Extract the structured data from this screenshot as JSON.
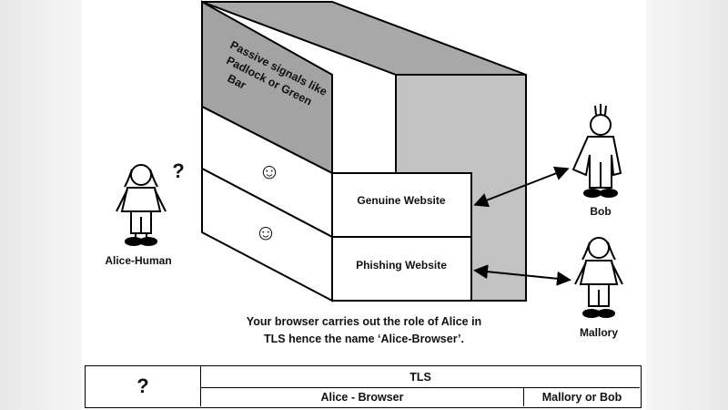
{
  "box": {
    "top_label": [
      "Passive signals like",
      "Padlock or Green",
      "Bar"
    ],
    "smiley_upper": "☺",
    "smiley_lower": "☺",
    "genuine_label": "Genuine Website",
    "phishing_label": "Phishing Website"
  },
  "people": {
    "alice_human": "Alice-Human",
    "alice_question": "?",
    "bob": "Bob",
    "mallory": "Mallory"
  },
  "caption": {
    "line1": "Your browser carries out the role of Alice in",
    "line2": "TLS hence the name ‘Alice-Browser’."
  },
  "table": {
    "left_cell": "?",
    "top_right": "TLS",
    "bottom_middle": "Alice - Browser",
    "bottom_right": "Mallory or Bob"
  },
  "colors": {
    "box_gray": "#bdbdbd",
    "top_face_gray": "#9e9e9e",
    "right_face_gray": "#c4c4c4",
    "line": "#000000"
  }
}
